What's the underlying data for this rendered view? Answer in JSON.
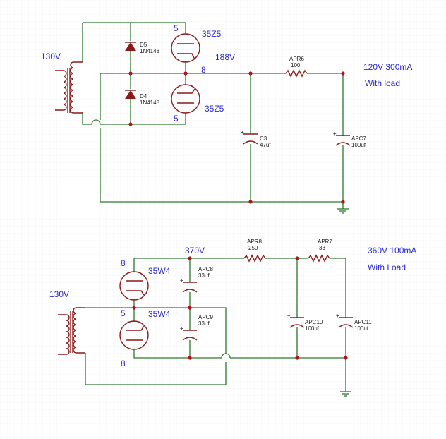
{
  "circuit1": {
    "input_voltage": "130V",
    "d5": {
      "ref": "D5",
      "part": "1N4148"
    },
    "d4": {
      "ref": "D4",
      "part": "1N4148"
    },
    "tube_top": {
      "type": "35Z5",
      "pin": "5"
    },
    "tube_bottom": {
      "type": "35Z5",
      "pin": "5"
    },
    "cathode_pin": "8",
    "node_voltage": "188V",
    "resistor": {
      "ref": "APR6",
      "value": "100"
    },
    "c3": {
      "ref": "C3",
      "value": "47uf"
    },
    "apc7": {
      "ref": "APC7",
      "value": "100uf"
    },
    "output_voltage": "120V 300mA",
    "output_note": "With load"
  },
  "circuit2": {
    "input_voltage": "130V",
    "tube_top": {
      "type": "35W4",
      "pin_top": "8",
      "pin_bottom": "5"
    },
    "tube_bottom": {
      "type": "35W4",
      "pin_bottom": "8"
    },
    "node_voltage": "370V",
    "apc8": {
      "ref": "APC8",
      "value": "33uf"
    },
    "apc9": {
      "ref": "APC9",
      "value": "33uf"
    },
    "apr8": {
      "ref": "APR8",
      "value": "250"
    },
    "apr7": {
      "ref": "APR7",
      "value": "33"
    },
    "apc10": {
      "ref": "APC10",
      "value": "100uf"
    },
    "apc11": {
      "ref": "APC11",
      "value": "100uf"
    },
    "output_voltage": "360V 100mA",
    "output_note": "With Load"
  },
  "colors": {
    "wire": "#2d7a2d",
    "component": "#8b1a1a",
    "label": "#2a2ad0",
    "junction": "#b0141a"
  }
}
